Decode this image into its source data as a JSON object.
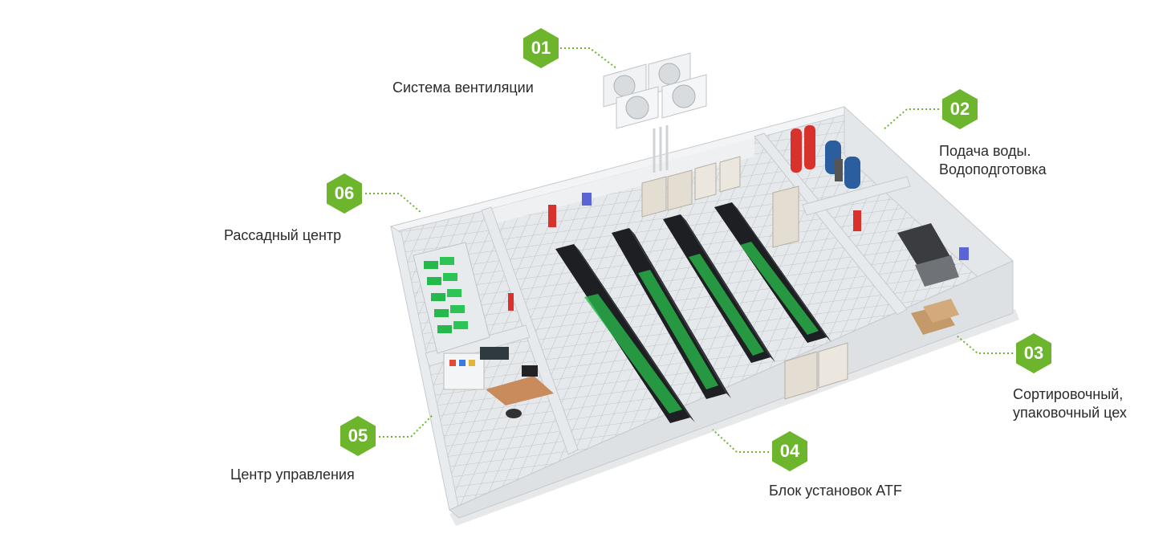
{
  "colors": {
    "badge": "#6cb52d",
    "wall": "#e9ecef",
    "floor": "#dfe3e6",
    "rack": "#1e1f22",
    "plant": "#25b84a"
  },
  "hotspots": [
    {
      "number": "01",
      "label_lines": [
        "Система вентиляции"
      ]
    },
    {
      "number": "02",
      "label_lines": [
        "Подача воды.",
        "Водоподготовка"
      ]
    },
    {
      "number": "03",
      "label_lines": [
        "Сортировочный,",
        "упаковочный цех"
      ]
    },
    {
      "number": "04",
      "label_lines": [
        "Блок установок ATF"
      ]
    },
    {
      "number": "05",
      "label_lines": [
        "Центр управления"
      ]
    },
    {
      "number": "06",
      "label_lines": [
        "Рассадный центр"
      ]
    }
  ]
}
